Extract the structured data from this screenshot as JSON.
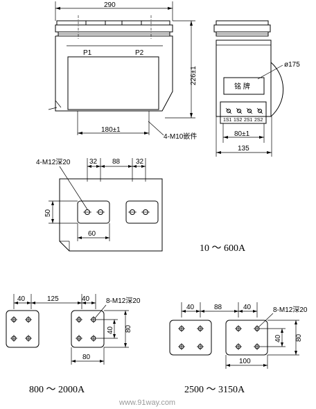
{
  "front_view": {
    "width_dim": "290",
    "terminal_p1": "P1",
    "terminal_p2": "P2",
    "height_dim": "226±1",
    "spacing_dim": "180±1",
    "insert_note": "4-M10嵌件"
  },
  "side_view": {
    "diameter_dim": "ø175",
    "nameplate": "铭 牌",
    "terminals": [
      "1S1",
      "1S2",
      "2S1",
      "2S2"
    ],
    "spacing_dim": "80±1",
    "width_dim": "135"
  },
  "range_10_600": {
    "hole_note": "4-M12深20",
    "dim_a": "32",
    "dim_b": "88",
    "dim_c": "32",
    "dim_height": "50",
    "dim_width": "60",
    "label": "10 ～ 600A"
  },
  "range_800_2000": {
    "dim_a": "40",
    "dim_b": "125",
    "dim_c": "40",
    "hole_note": "8-M12深20",
    "dim_inner": "40",
    "dim_height": "80",
    "dim_width": "80",
    "label": "800 ～ 2000A"
  },
  "range_2500_3150": {
    "dim_a": "40",
    "dim_b": "88",
    "dim_c": "40",
    "hole_note": "8-M12深20",
    "dim_inner": "40",
    "dim_height": "80",
    "dim_width": "100",
    "label": "2500 ～ 3150A"
  },
  "watermark": "www.91way.com"
}
